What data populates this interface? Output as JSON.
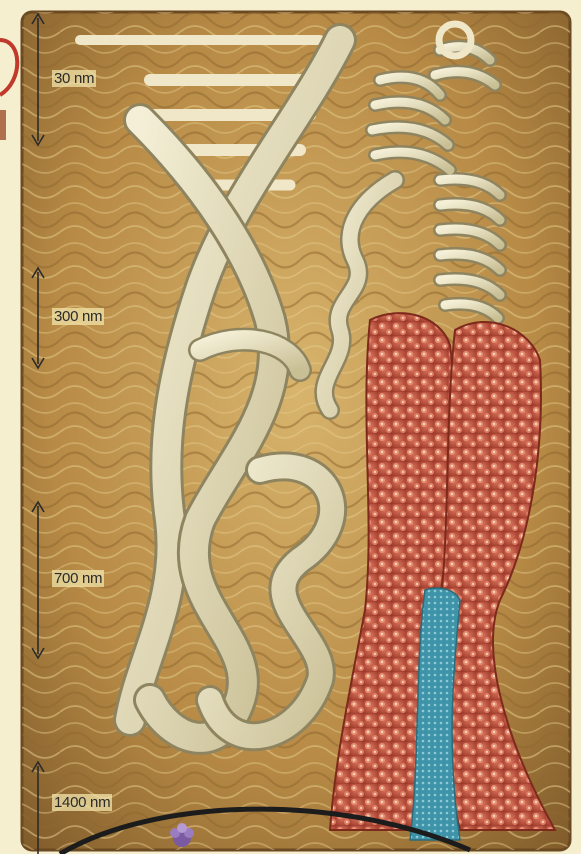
{
  "scale_bars": [
    {
      "label": "30 nm"
    },
    {
      "label": "300 nm"
    },
    {
      "label": "700 nm"
    },
    {
      "label": "1400 nm"
    }
  ],
  "colors": {
    "page": "#f6efcf",
    "panel": "#c79d55",
    "fiber": "#e6dfbe",
    "chromatid": "#c55a46",
    "centromere": "#3f93a8",
    "frame": "#1c1c1c"
  }
}
